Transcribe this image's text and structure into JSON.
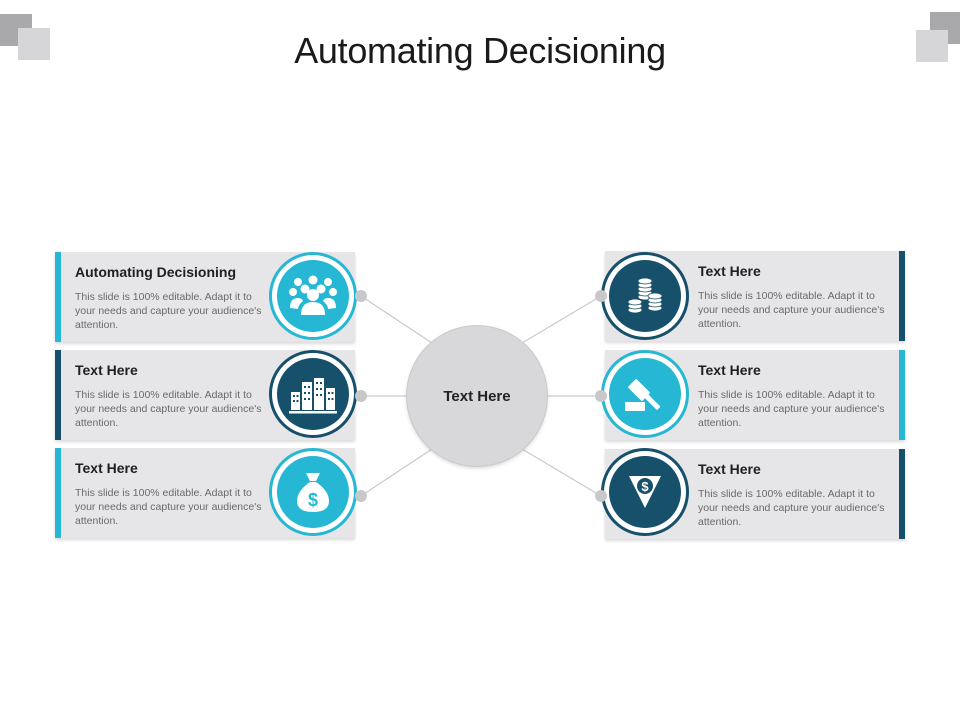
{
  "title": "Automating Decisioning",
  "colors": {
    "teal_light": "#25b7d3",
    "teal_dark": "#17506a",
    "center": "#d8d8da",
    "card": "#e6e5e7"
  },
  "center": {
    "label": "Text Here"
  },
  "items": [
    {
      "side": "left",
      "heading": "Automating Decisioning",
      "description": "This slide is 100% editable. Adapt it to your needs and capture your audience's attention.",
      "icon": "group-of-people-icon",
      "accent": "light"
    },
    {
      "side": "left",
      "heading": "Text Here",
      "description": "This slide is 100% editable. Adapt it to your needs and capture your audience's attention.",
      "icon": "city-buildings-icon",
      "accent": "dark"
    },
    {
      "side": "left",
      "heading": "Text Here",
      "description": "This slide is 100% editable. Adapt it to your needs and capture your audience's attention.",
      "icon": "money-bag-icon",
      "accent": "light"
    },
    {
      "side": "right",
      "heading": "Text Here",
      "description": "This slide is 100% editable. Adapt it to your needs and capture your audience's attention.",
      "icon": "coin-stacks-icon",
      "accent": "dark"
    },
    {
      "side": "right",
      "heading": "Text Here",
      "description": "This slide is 100% editable. Adapt it to your needs and capture your audience's attention.",
      "icon": "gavel-icon",
      "accent": "light"
    },
    {
      "side": "right",
      "heading": "Text Here",
      "description": "This slide is 100% editable. Adapt it to your needs and capture your audience's attention.",
      "icon": "dollar-down-arrow-icon",
      "accent": "dark"
    }
  ]
}
